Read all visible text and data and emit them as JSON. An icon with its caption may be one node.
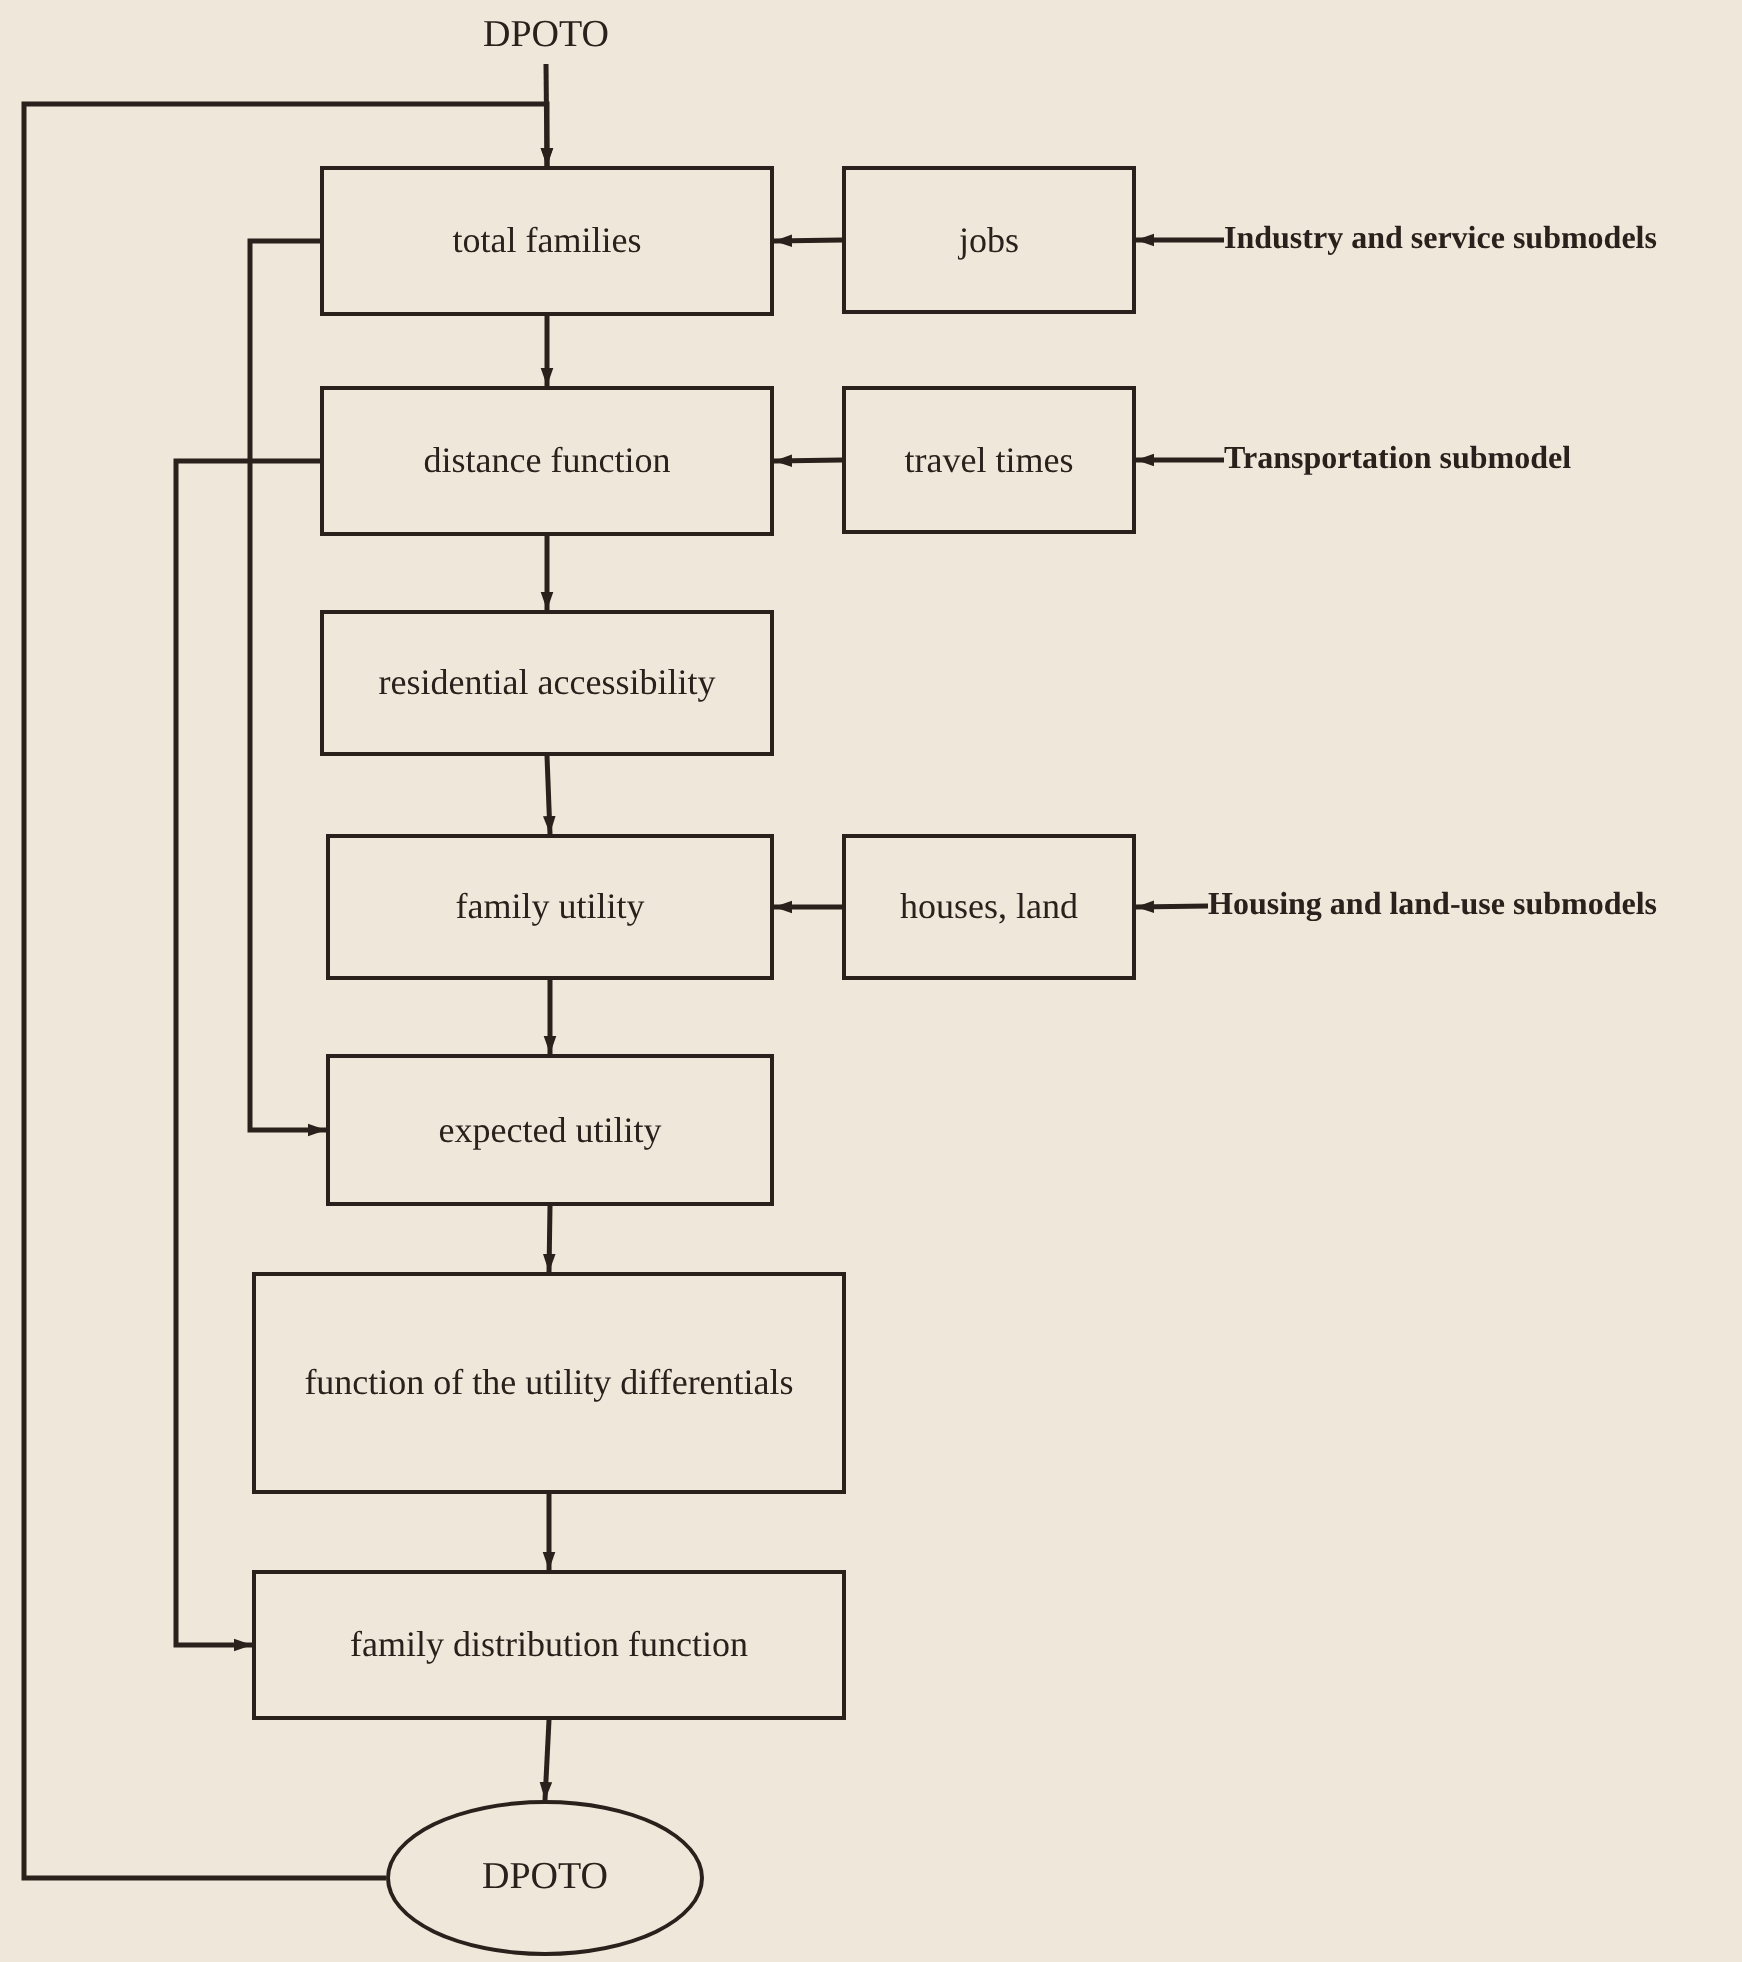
{
  "diagram": {
    "nodes": [
      {
        "text": [
          "DPOTO"
        ]
      },
      {
        "text": [
          "total families"
        ]
      },
      {
        "text": [
          "jobs"
        ]
      },
      {
        "text": [
          "Industry and service submodels"
        ]
      },
      {
        "text": [
          "distance function"
        ]
      },
      {
        "text": [
          "travel times"
        ]
      },
      {
        "text": [
          "Transportation submodel"
        ]
      },
      {
        "text": [
          "residential accessibility"
        ]
      },
      {
        "text": [
          "family utility"
        ]
      },
      {
        "text": [
          "houses, land"
        ]
      },
      {
        "text": [
          "Housing and land-use submodels"
        ]
      },
      {
        "text": [
          "expected utility"
        ]
      },
      {
        "text": [
          "function of the utility differentials"
        ]
      },
      {
        "text": [
          "family distribution function"
        ]
      },
      {
        "text": [
          "DPOTO"
        ]
      }
    ],
    "edges": [
      {
        "from": 0,
        "to": 1,
        "arrow": "to"
      },
      {
        "from": 2,
        "to": 1,
        "arrow": "to"
      },
      {
        "from": 3,
        "to": 2,
        "arrow": "to"
      },
      {
        "from": 1,
        "to": 4,
        "arrow": "to"
      },
      {
        "from": 5,
        "to": 4,
        "arrow": "to"
      },
      {
        "from": 6,
        "to": 5,
        "arrow": "to"
      },
      {
        "from": 4,
        "to": 7,
        "arrow": "to"
      },
      {
        "from": 7,
        "to": 8,
        "arrow": "to"
      },
      {
        "from": 9,
        "to": 8,
        "arrow": "to"
      },
      {
        "from": 10,
        "to": 9,
        "arrow": "to"
      },
      {
        "from": 8,
        "to": 11,
        "arrow": "to"
      },
      {
        "from": 1,
        "to": 11,
        "arrow": "to"
      },
      {
        "from": 11,
        "to": 12,
        "arrow": "to"
      },
      {
        "from": 12,
        "to": 13,
        "arrow": "to"
      },
      {
        "from": 4,
        "to": 13,
        "arrow": "to"
      },
      {
        "from": 13,
        "to": 14,
        "arrow": "to"
      },
      {
        "from": 14,
        "to": 1,
        "arrow": "to"
      }
    ]
  }
}
